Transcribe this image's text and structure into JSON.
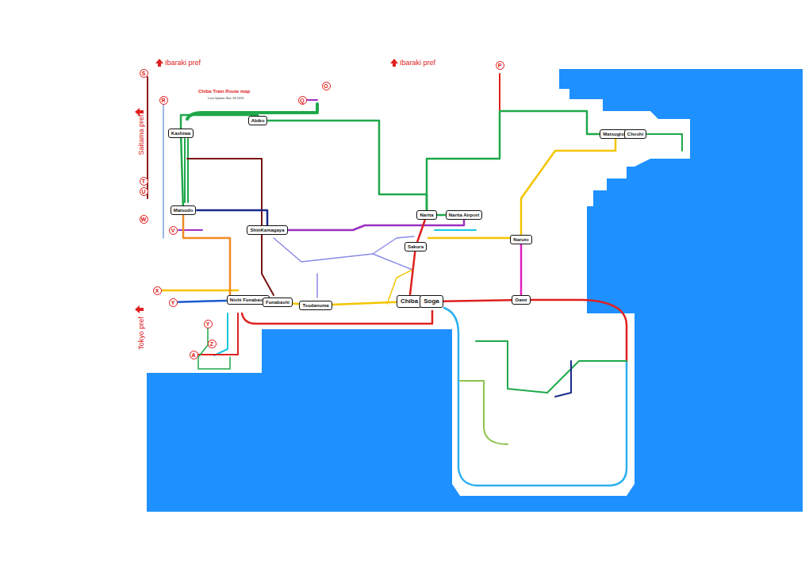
{
  "diagram": {
    "title": "Chiba Train Route map",
    "nodes": [
      {
        "text": [
          "S"
        ]
      },
      {
        "text": [
          "R"
        ]
      },
      {
        "text": [
          "O"
        ]
      },
      {
        "text": [
          "Q"
        ]
      },
      {
        "text": [
          "P"
        ]
      },
      {
        "text": [
          "Kashiwa"
        ]
      },
      {
        "text": [
          "Abiko"
        ]
      },
      {
        "text": [
          "Matsugishi"
        ]
      },
      {
        "text": [
          "Choshi"
        ]
      },
      {
        "text": [
          "T"
        ]
      },
      {
        "text": [
          "U"
        ]
      },
      {
        "text": [
          "Matsudo"
        ]
      },
      {
        "text": [
          "W"
        ]
      },
      {
        "text": [
          "V"
        ]
      },
      {
        "text": [
          "ShinKamagaya"
        ]
      },
      {
        "text": [
          "Narita"
        ]
      },
      {
        "text": [
          "Narita Airport"
        ]
      },
      {
        "text": [
          "Naruto"
        ]
      },
      {
        "text": [
          "Sakura"
        ]
      },
      {
        "text": [
          "X"
        ]
      },
      {
        "text": [
          "Y"
        ]
      },
      {
        "text": [
          "Nishi Funabashi"
        ]
      },
      {
        "text": [
          "Funabashi"
        ]
      },
      {
        "text": [
          "Tsudanuma"
        ]
      },
      {
        "text": [
          "Chiba"
        ]
      },
      {
        "text": [
          "Soga"
        ]
      },
      {
        "text": [
          "Oami"
        ]
      },
      {
        "text": [
          "Y"
        ]
      },
      {
        "text": [
          "Z"
        ]
      },
      {
        "text": [
          "A"
        ]
      }
    ],
    "edges": [
      {
        "from": 5,
        "to": 6,
        "arrow": "none"
      },
      {
        "from": 5,
        "to": 11,
        "arrow": "none"
      },
      {
        "from": 11,
        "to": 14,
        "arrow": "none"
      },
      {
        "from": 11,
        "to": 21,
        "arrow": "none"
      },
      {
        "from": 14,
        "to": 16,
        "arrow": "none"
      },
      {
        "from": 6,
        "to": 15,
        "arrow": "none"
      },
      {
        "from": 15,
        "to": 16,
        "arrow": "none"
      },
      {
        "from": 15,
        "to": 18,
        "arrow": "none"
      },
      {
        "from": 18,
        "to": 24,
        "arrow": "none"
      },
      {
        "from": 21,
        "to": 22,
        "arrow": "none"
      },
      {
        "from": 22,
        "to": 23,
        "arrow": "none"
      },
      {
        "from": 23,
        "to": 24,
        "arrow": "none"
      },
      {
        "from": 24,
        "to": 25,
        "arrow": "none"
      },
      {
        "from": 25,
        "to": 26,
        "arrow": "none"
      },
      {
        "from": 26,
        "to": 17,
        "arrow": "none"
      },
      {
        "from": 17,
        "to": 7,
        "arrow": "none"
      },
      {
        "from": 15,
        "to": 7,
        "arrow": "none"
      },
      {
        "from": 7,
        "to": 8,
        "arrow": "none"
      },
      {
        "from": 20,
        "to": 21,
        "arrow": "none"
      }
    ],
    "labels": [
      "Ibaraki pref",
      "Ibaraki pref",
      "Saitama pref",
      "Tokyo pref",
      "Last Update Nov 18 2019"
    ]
  }
}
